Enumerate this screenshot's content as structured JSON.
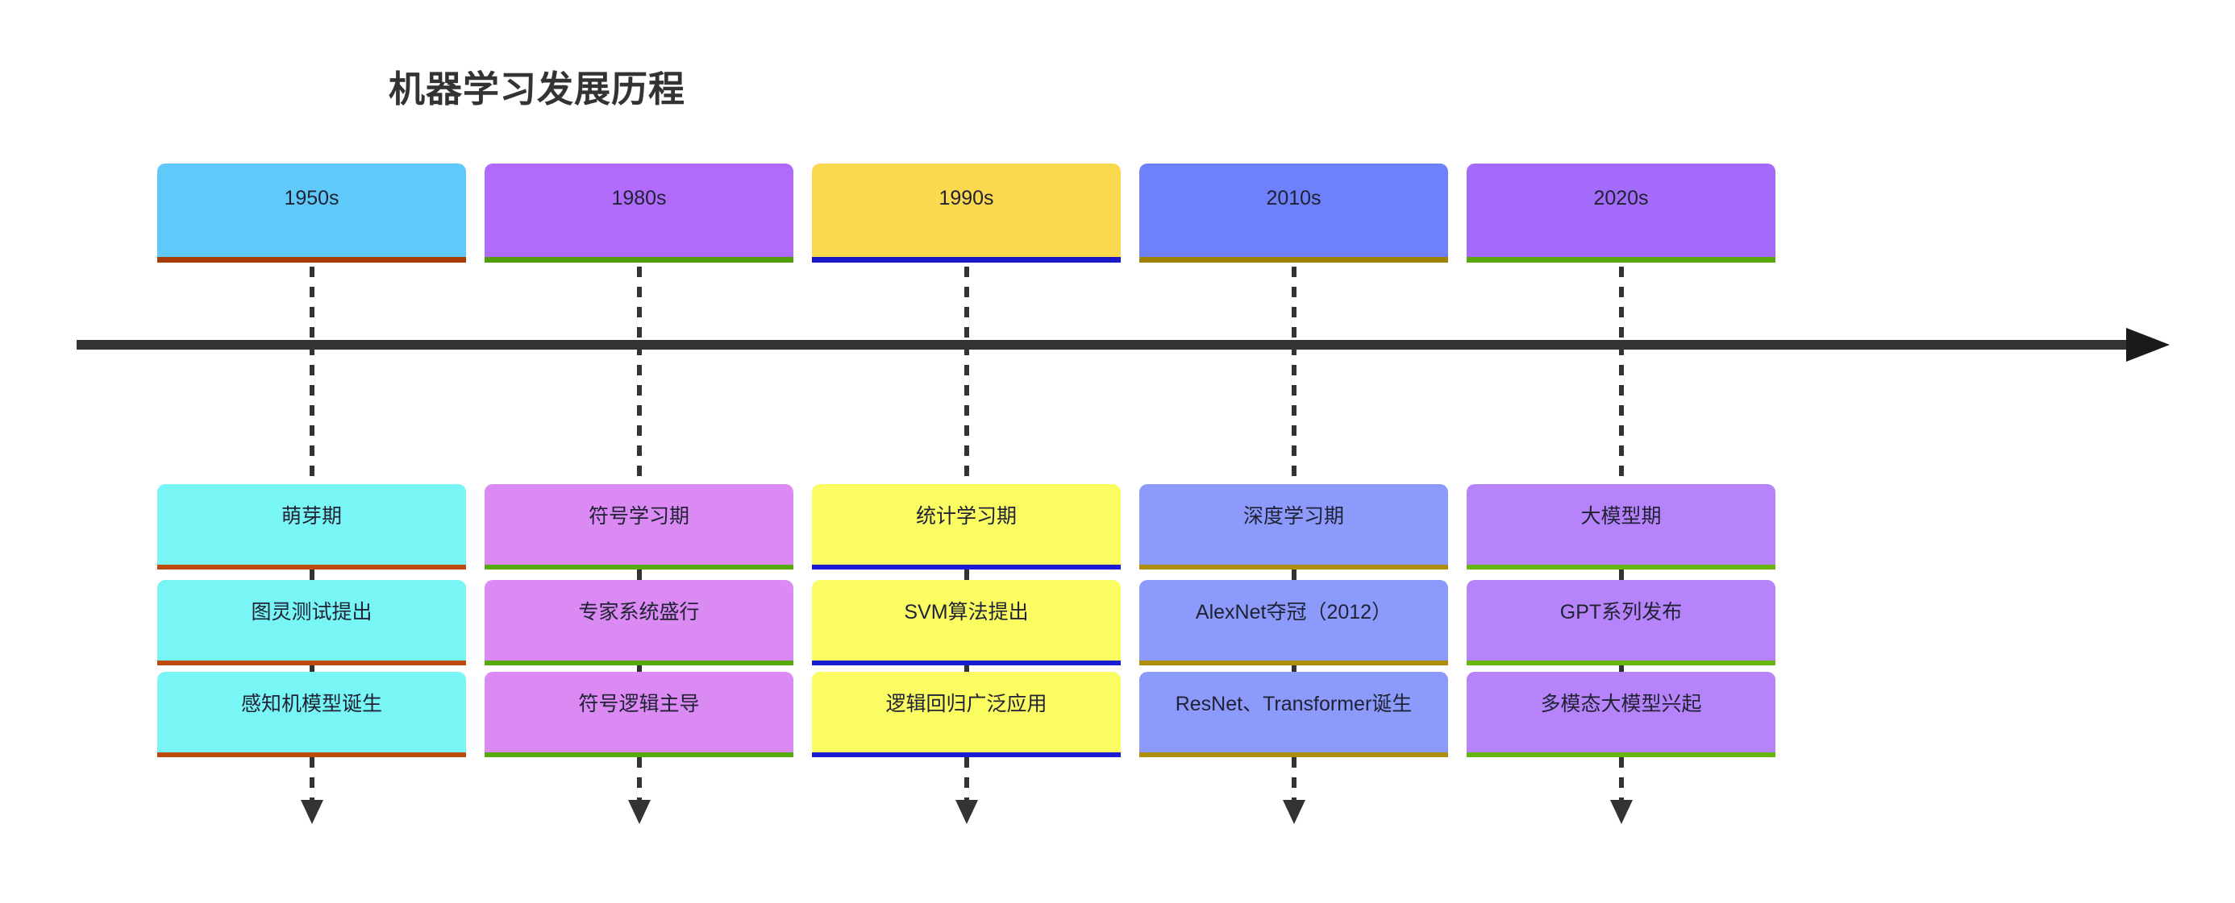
{
  "title": "机器学习发展历程",
  "axis": {
    "name": "timeline-axis",
    "direction": "left-to-right",
    "color": "#333333"
  },
  "chart_data": {
    "type": "timeline",
    "title": "机器学习发展历程",
    "orientation": "horizontal",
    "columns": [
      {
        "era": "1950s",
        "era_fill": "#5FC9FA",
        "era_accent": "#A93C06",
        "item_fill": "#78F5F5",
        "item_accent": "#BD4B0B",
        "items": [
          "萌芽期",
          "图灵测试提出",
          "感知机模型诞生"
        ]
      },
      {
        "era": "1980s",
        "era_fill": "#B16BFA",
        "era_accent": "#4E9C0C",
        "item_fill": "#DB8AF3",
        "item_accent": "#57AA0E",
        "items": [
          "符号学习期",
          "专家系统盛行",
          "符号逻辑主导"
        ]
      },
      {
        "era": "1990s",
        "era_fill": "#FBD94F",
        "era_accent": "#1818C8",
        "item_fill": "#FBFB62",
        "item_accent": "#1B1BD4",
        "items": [
          "统计学习期",
          "SVM算法提出",
          "逻辑回归广泛应用"
        ]
      },
      {
        "era": "2010s",
        "era_fill": "#6F80FB",
        "era_accent": "#9E8209",
        "item_fill": "#8C9AFB",
        "item_accent": "#AE8F0B",
        "items": [
          "深度学习期",
          "AlexNet夺冠（2012）",
          "ResNet、Transformer诞生"
        ]
      },
      {
        "era": "2020s",
        "era_fill": "#A46BFB",
        "era_accent": "#5BA50E",
        "item_fill": "#B783FB",
        "item_accent": "#69B510",
        "items": [
          "大模型期",
          "GPT系列发布",
          "多模态大模型兴起"
        ]
      }
    ]
  }
}
